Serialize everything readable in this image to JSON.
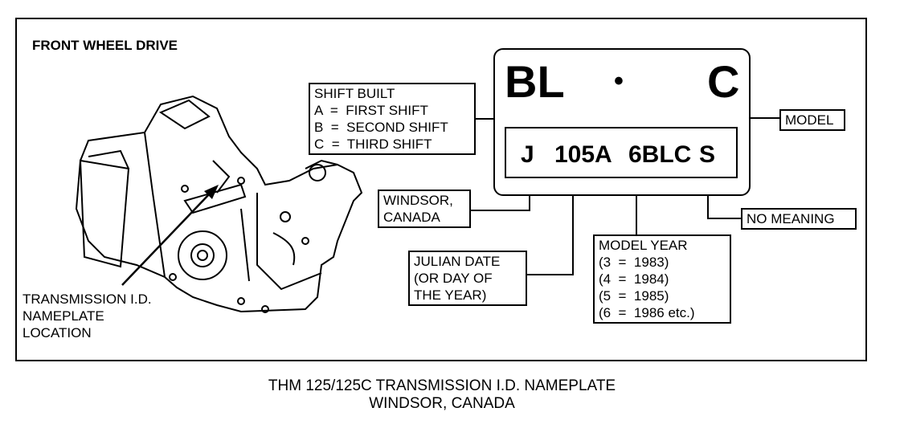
{
  "heading": "FRONT WHEEL DRIVE",
  "location_label": [
    "TRANSMISSION I.D.",
    "NAMEPLATE",
    "LOCATION"
  ],
  "plate": {
    "top_left": "BL",
    "top_dot": "•",
    "top_right": "C",
    "codes": [
      "J",
      "105A",
      "6BLC",
      "S"
    ]
  },
  "shift_built": [
    "SHIFT BUILT",
    "A  =  FIRST SHIFT",
    "B  =  SECOND SHIFT",
    "C  =  THIRD SHIFT"
  ],
  "model": "MODEL",
  "windsor": [
    "WINDSOR,",
    "CANADA"
  ],
  "no_meaning": "NO MEANING",
  "model_year": [
    "MODEL YEAR",
    "(3  =  1983)",
    "(4  =  1984)",
    "(5  =  1985)",
    "(6  =  1986 etc.)"
  ],
  "julian": [
    "JULIAN DATE",
    "(OR DAY OF",
    "THE YEAR)"
  ],
  "caption": [
    "THM 125/125C TRANSMISSION I.D. NAMEPLATE",
    "WINDSOR, CANADA"
  ]
}
